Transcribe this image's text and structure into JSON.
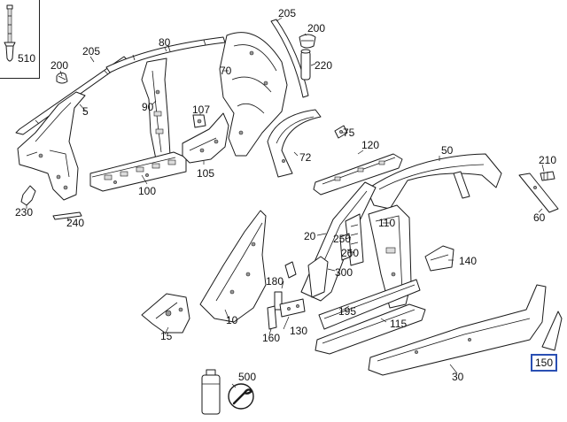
{
  "diagram": {
    "labels": {
      "p510": "510",
      "p200a": "200",
      "p205a": "205",
      "p80": "80",
      "p205b": "205",
      "p200b": "200",
      "p220": "220",
      "p5": "5",
      "p90": "90",
      "p70": "70",
      "p107": "107",
      "p75": "75",
      "p120": "120",
      "p50": "50",
      "p210": "210",
      "p72": "72",
      "p105": "105",
      "p100": "100",
      "p230": "230",
      "p240": "240",
      "p60": "60",
      "p20": "20",
      "p250": "250",
      "p110": "110",
      "p260": "260",
      "p140": "140",
      "p300": "300",
      "p180": "180",
      "p195": "195",
      "p10": "10",
      "p130": "130",
      "p115": "115",
      "p15": "15",
      "p160": "160",
      "p150": "150",
      "p30": "30",
      "p500": "500"
    }
  }
}
